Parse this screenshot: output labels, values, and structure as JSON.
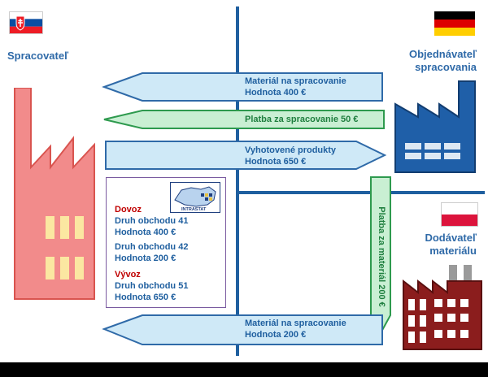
{
  "parties": {
    "left": {
      "label": "Spracovateľ"
    },
    "right_top": {
      "label_line1": "Objednávateľ",
      "label_line2": "spracovania"
    },
    "right_bottom": {
      "label_line1": "Dodávateľ",
      "label_line2": "materiálu"
    }
  },
  "arrows": [
    {
      "line1": "Materiál na spracovanie",
      "line2": "Hodnota 400 €"
    },
    {
      "line1": "Platba za spracovanie 50 €"
    },
    {
      "line1": "Vyhotovené produkty",
      "line2": "Hodnota 650 €"
    },
    {
      "line1": "Platba za materiál 200 €"
    },
    {
      "line1": "Materiál na spracovanie",
      "line2": "Hodnota 200 €"
    }
  ],
  "info_box": {
    "logo_text": "INTRASTAT",
    "import_heading": "Dovoz",
    "import_lines": [
      "Druh obchodu 41",
      "Hodnota 400 €",
      "Druh obchodu 42",
      "Hodnota 200 €"
    ],
    "export_heading": "Vývoz",
    "export_lines": [
      "Druh obchodu 51",
      "Hodnota 650 €"
    ]
  },
  "colors": {
    "divider": "#1f5f9f",
    "blue_arrow_fill": "#cfe9f7",
    "blue_arrow_stroke": "#2f6aa8",
    "green_arrow_fill": "#c9efd3",
    "green_arrow_stroke": "#2e9a4e",
    "left_factory": "#f28b8b",
    "right_factory_top": "#1f5fa8",
    "right_factory_bottom": "#8b1d1d"
  }
}
